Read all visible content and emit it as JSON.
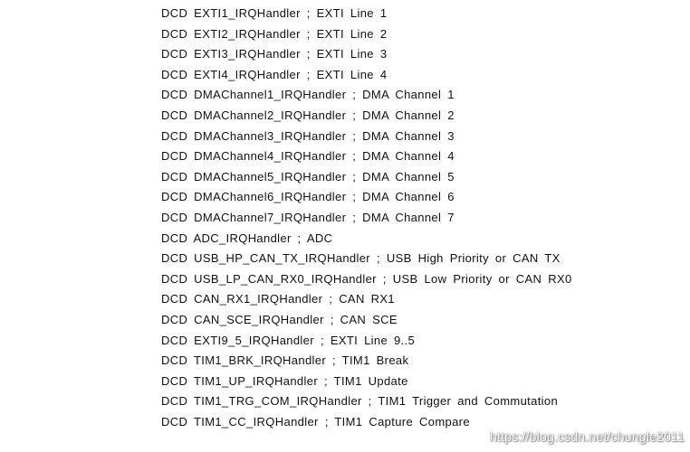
{
  "lines": [
    "DCD EXTI1_IRQHandler ; EXTI Line 1",
    "DCD EXTI2_IRQHandler ; EXTI Line 2",
    "DCD EXTI3_IRQHandler ; EXTI Line 3",
    "DCD EXTI4_IRQHandler ; EXTI Line 4",
    "DCD DMAChannel1_IRQHandler ; DMA Channel 1",
    "DCD DMAChannel2_IRQHandler ; DMA Channel 2",
    "DCD DMAChannel3_IRQHandler ; DMA Channel 3",
    "DCD DMAChannel4_IRQHandler ; DMA Channel 4",
    "DCD DMAChannel5_IRQHandler ; DMA Channel 5",
    "DCD DMAChannel6_IRQHandler ; DMA Channel 6",
    "DCD DMAChannel7_IRQHandler ; DMA Channel 7",
    "DCD ADC_IRQHandler ; ADC",
    "DCD USB_HP_CAN_TX_IRQHandler ; USB High Priority or CAN TX",
    "DCD USB_LP_CAN_RX0_IRQHandler ; USB Low Priority or CAN RX0",
    "DCD CAN_RX1_IRQHandler ; CAN RX1",
    "DCD CAN_SCE_IRQHandler ; CAN SCE",
    "DCD EXTI9_5_IRQHandler ; EXTI Line 9..5",
    "DCD TIM1_BRK_IRQHandler ; TIM1 Break",
    "DCD TIM1_UP_IRQHandler ; TIM1 Update",
    "DCD TIM1_TRG_COM_IRQHandler ; TIM1 Trigger and Commutation",
    "DCD TIM1_CC_IRQHandler ; TIM1 Capture Compare"
  ],
  "watermark": "https://blog.csdn.net/chungle2011"
}
